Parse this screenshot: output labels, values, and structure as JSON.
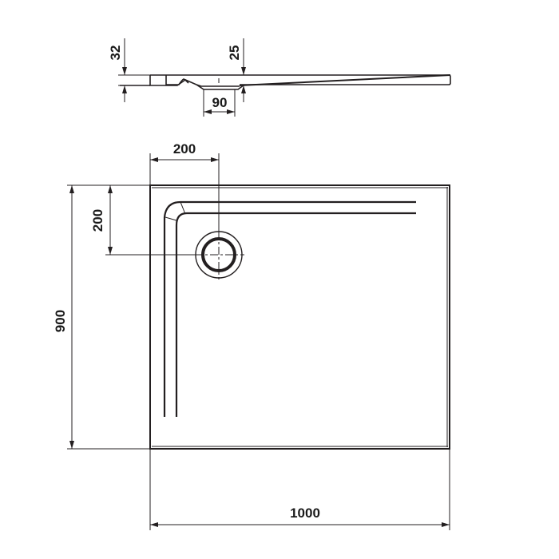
{
  "diagram": {
    "type": "technical-drawing",
    "subject": "rectangular shower tray",
    "colors": {
      "line": "#231f20",
      "background": "#ffffff"
    },
    "side_view": {
      "dimensions": {
        "height_left": "32",
        "height_right": "25",
        "drain_width": "90"
      }
    },
    "top_view": {
      "dimensions": {
        "drain_offset_x": "200",
        "drain_offset_y": "200",
        "depth": "900",
        "width": "1000"
      }
    }
  }
}
